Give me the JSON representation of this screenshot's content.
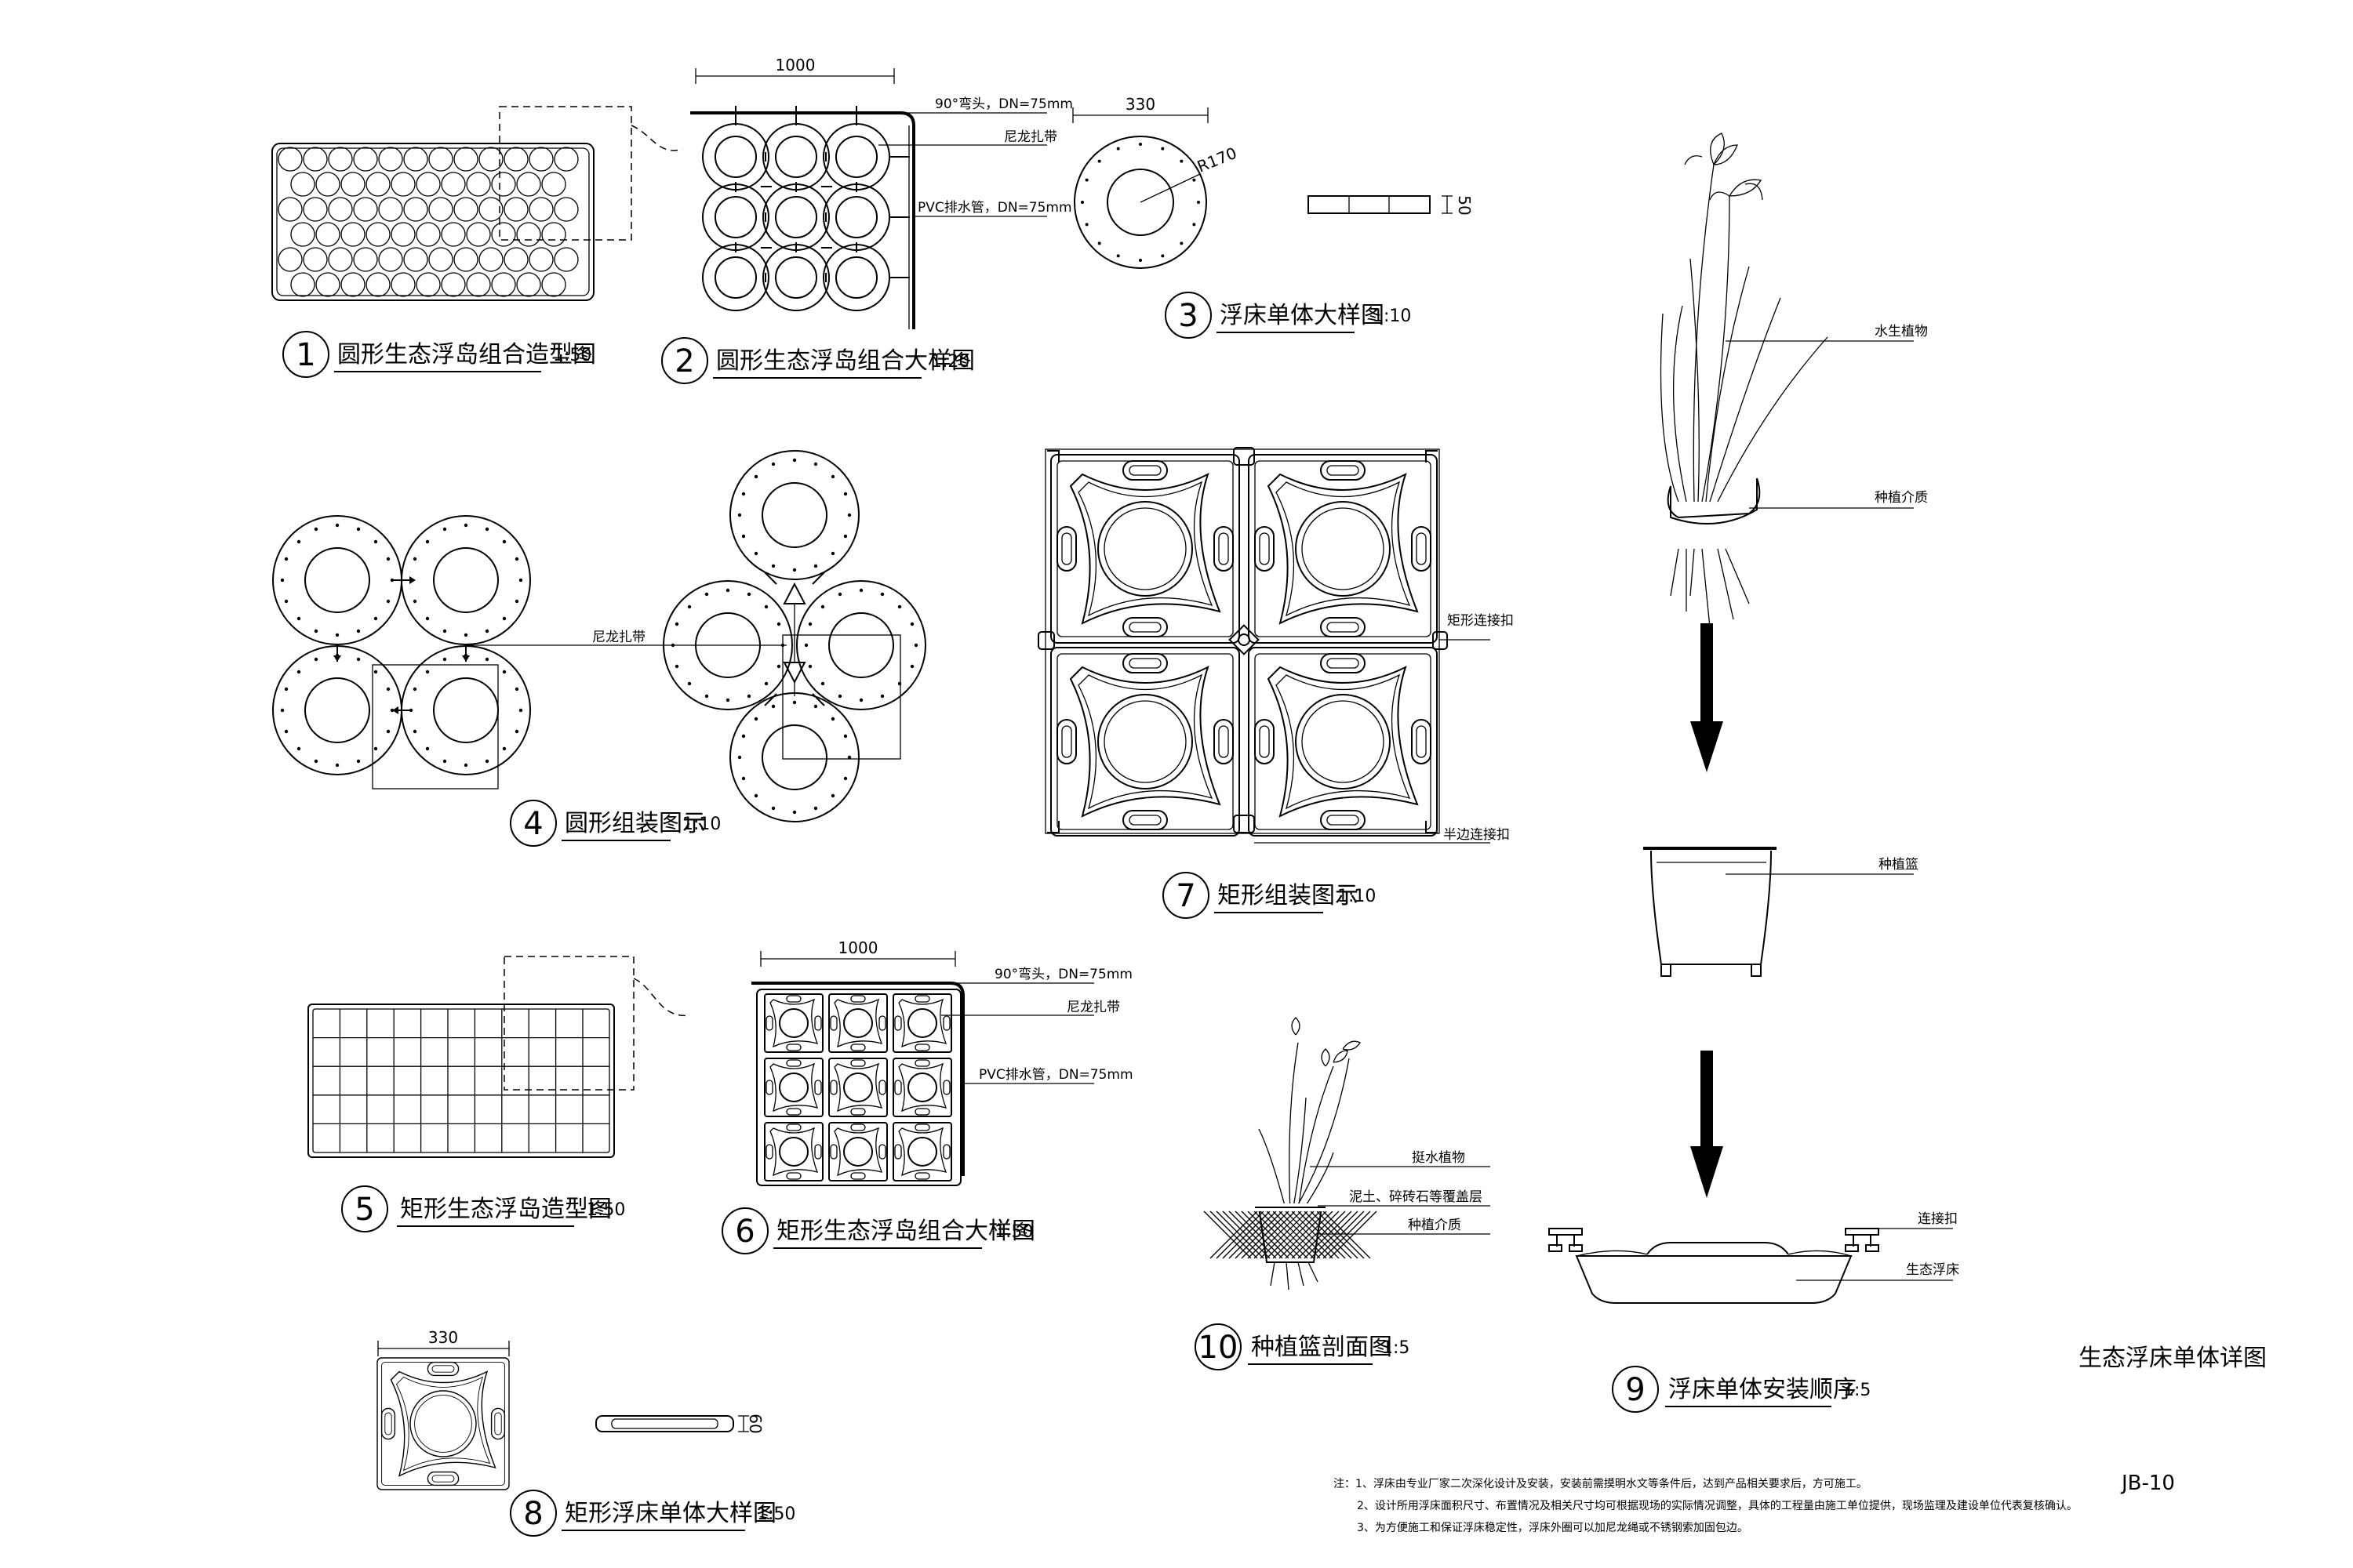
{
  "drawing": {
    "sheet_title": "生态浮床单体详图",
    "sheet_code": "JB-10"
  },
  "details": [
    {
      "num": "1",
      "title": "圆形生态浮岛组合造型图",
      "scale": "1:50"
    },
    {
      "num": "2",
      "title": "圆形生态浮岛组合大样图",
      "scale": "1:20"
    },
    {
      "num": "3",
      "title": "浮床单体大样图",
      "scale": "1:10"
    },
    {
      "num": "4",
      "title": "圆形组装图示",
      "scale": "1:10"
    },
    {
      "num": "5",
      "title": "矩形生态浮岛造型图",
      "scale": "1:50"
    },
    {
      "num": "6",
      "title": "矩形生态浮岛组合大样图",
      "scale": "1:50"
    },
    {
      "num": "7",
      "title": "矩形组装图示",
      "scale": "1:10"
    },
    {
      "num": "8",
      "title": "矩形浮床单体大样图",
      "scale": "1:50"
    },
    {
      "num": "9",
      "title": "浮床单体安装顺序",
      "scale": "1:5"
    },
    {
      "num": "10",
      "title": "种植篮剖面图",
      "scale": "1:5"
    }
  ],
  "dimensions": {
    "d2_width": "1000",
    "d3_width": "330",
    "d3_radius": "R170",
    "d3_thickness": "50",
    "d6_width": "1000",
    "d8_width": "330",
    "d8_thickness": "60"
  },
  "labels": {
    "elbow": "90°弯头，DN=75mm",
    "nylon_tie": "尼龙扎带",
    "pvc_pipe": "PVC排水管，DN=75mm",
    "d4_nylon_tie": "尼龙扎带",
    "d7_rect_buckle": "矩形连接扣",
    "d7_half_buckle": "半边连接扣",
    "d6_elbow": "90°弯头，DN=75mm",
    "d6_nylon_tie": "尼龙扎带",
    "d6_pvc_pipe": "PVC排水管，DN=75mm",
    "d10_plant": "挺水植物",
    "d10_soil": "泥土、碎砖石等覆盖层",
    "d10_media": "种植介质",
    "d9_plant": "水生植物",
    "d9_media": "种植介质",
    "d9_basket": "种植篮",
    "d9_buckle": "连接扣",
    "d9_bed": "生态浮床"
  },
  "notes": [
    "注：1、浮床由专业厂家二次深化设计及安装，安装前需摸明水文等条件后，达到产品相关要求后，方可施工。",
    "2、设计所用浮床面积尺寸、布置情况及相关尺寸均可根据现场的实际情况调整，具体的工程量由施工单位提供，现场监理及建设单位代表复核确认。",
    "3、为方便施工和保证浮床稳定性，浮床外圈可以加尼龙绳或不锈钢索加固包边。"
  ]
}
